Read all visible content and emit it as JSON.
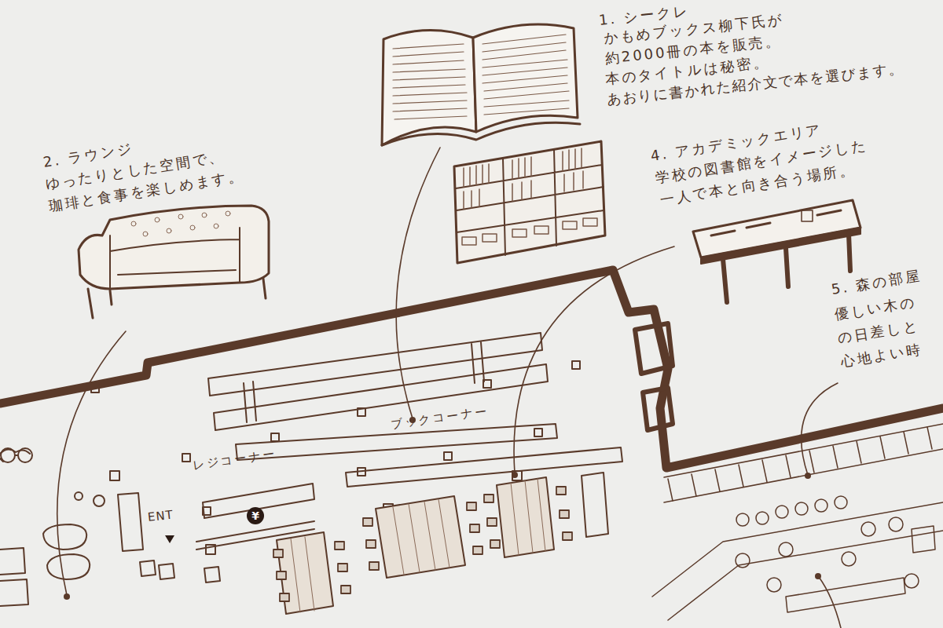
{
  "diagram": {
    "labels": [
      "1. シークレ",
      "かもめブックス柳下氏が",
      "約2000冊の本を販売。",
      "本のタイトルは秘密。",
      "あおりに書かれた紹介文で本を選びます。",
      "2. ラウンジ",
      "ゆったりとした空間で、",
      "珈琲と食事を楽しめます。",
      "4. アカデミックエリア",
      "学校の図書館をイメージした",
      "一人で本と向き合う場所。",
      "5. 森の部屋",
      "優しい木の",
      "の日差しと",
      "心地よい時",
      "ブックコーナー",
      "レジコーナー",
      "ENT",
      "¥"
    ]
  }
}
